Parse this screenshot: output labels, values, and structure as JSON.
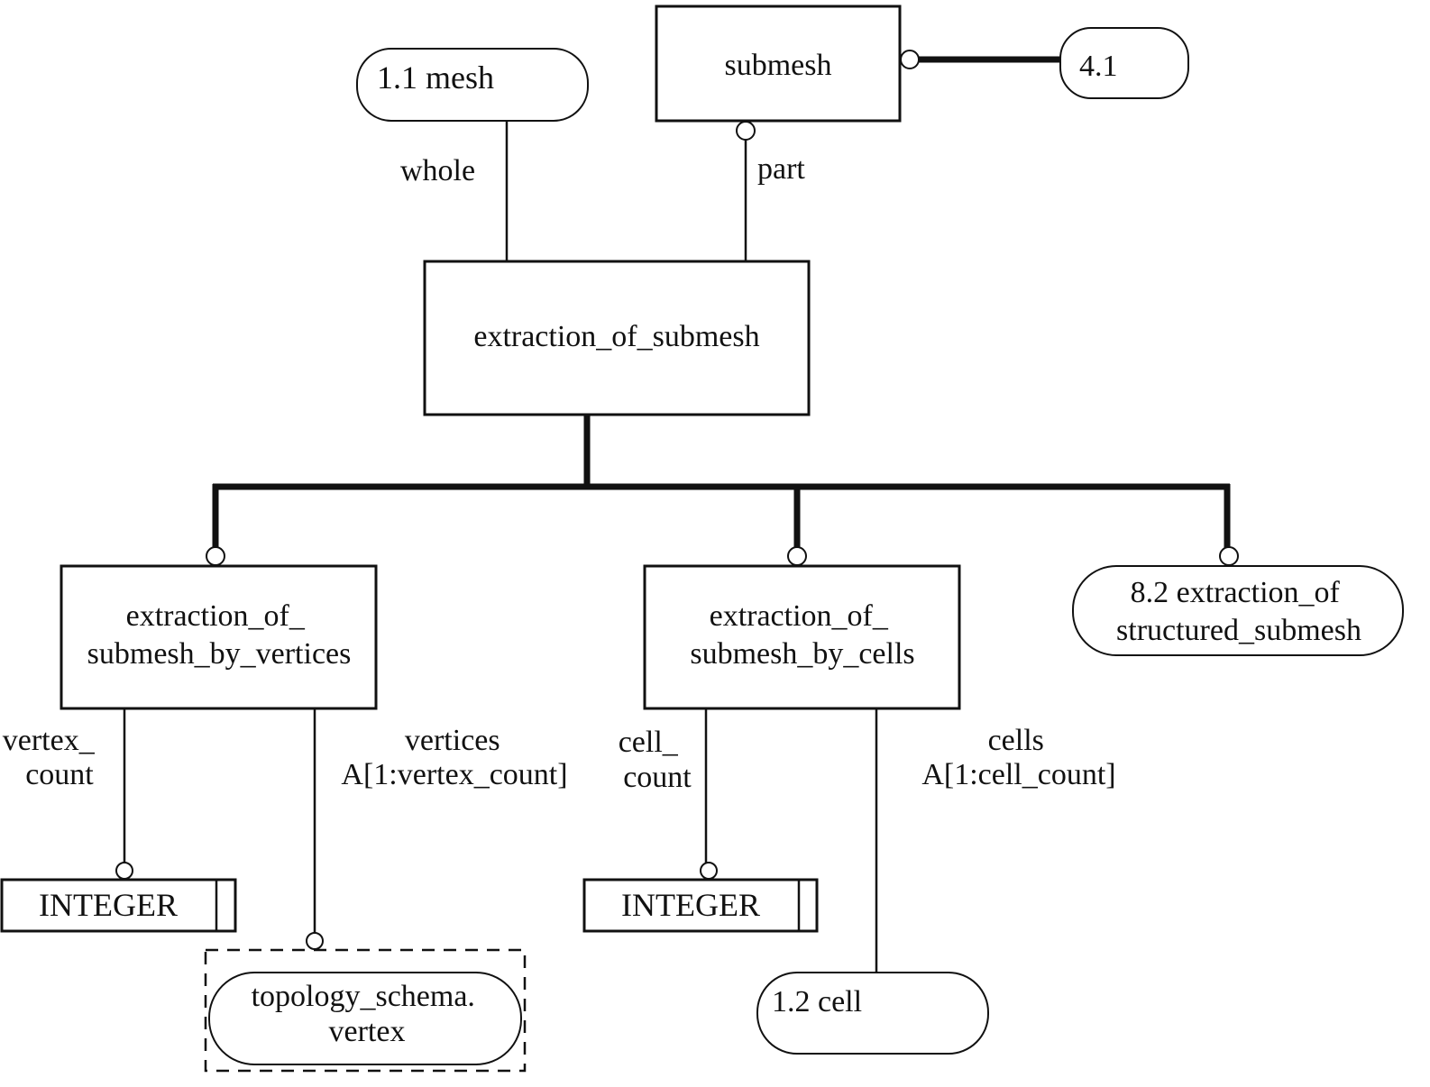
{
  "diagram": {
    "type": "EXPRESS-G schema diagram",
    "entities": {
      "submesh": "submesh",
      "extraction_of_submesh": "extraction_of_submesh",
      "by_vertices": [
        "extraction_of_",
        "submesh_by_vertices"
      ],
      "by_cells": [
        "extraction_of_",
        "submesh_by_cells"
      ]
    },
    "references": {
      "mesh": "1.1 mesh",
      "page_ref_4_1": "4.1",
      "structured": [
        "8.2 extraction_of",
        "structured_submesh"
      ],
      "topology_vertex": [
        "topology_schema.",
        "vertex"
      ],
      "cell": "1.2 cell"
    },
    "types": {
      "integer_1": "INTEGER",
      "integer_2": "INTEGER"
    },
    "relationships": {
      "whole": "whole",
      "part": "part",
      "vertex_count": [
        "vertex_",
        "count"
      ],
      "vertices": [
        "vertices",
        "A[1:vertex_count]"
      ],
      "cell_count": [
        "cell_",
        "count"
      ],
      "cells": [
        "cells",
        "A[1:cell_count]"
      ]
    },
    "colors": {
      "line": "#111111",
      "background": "#ffffff"
    }
  }
}
